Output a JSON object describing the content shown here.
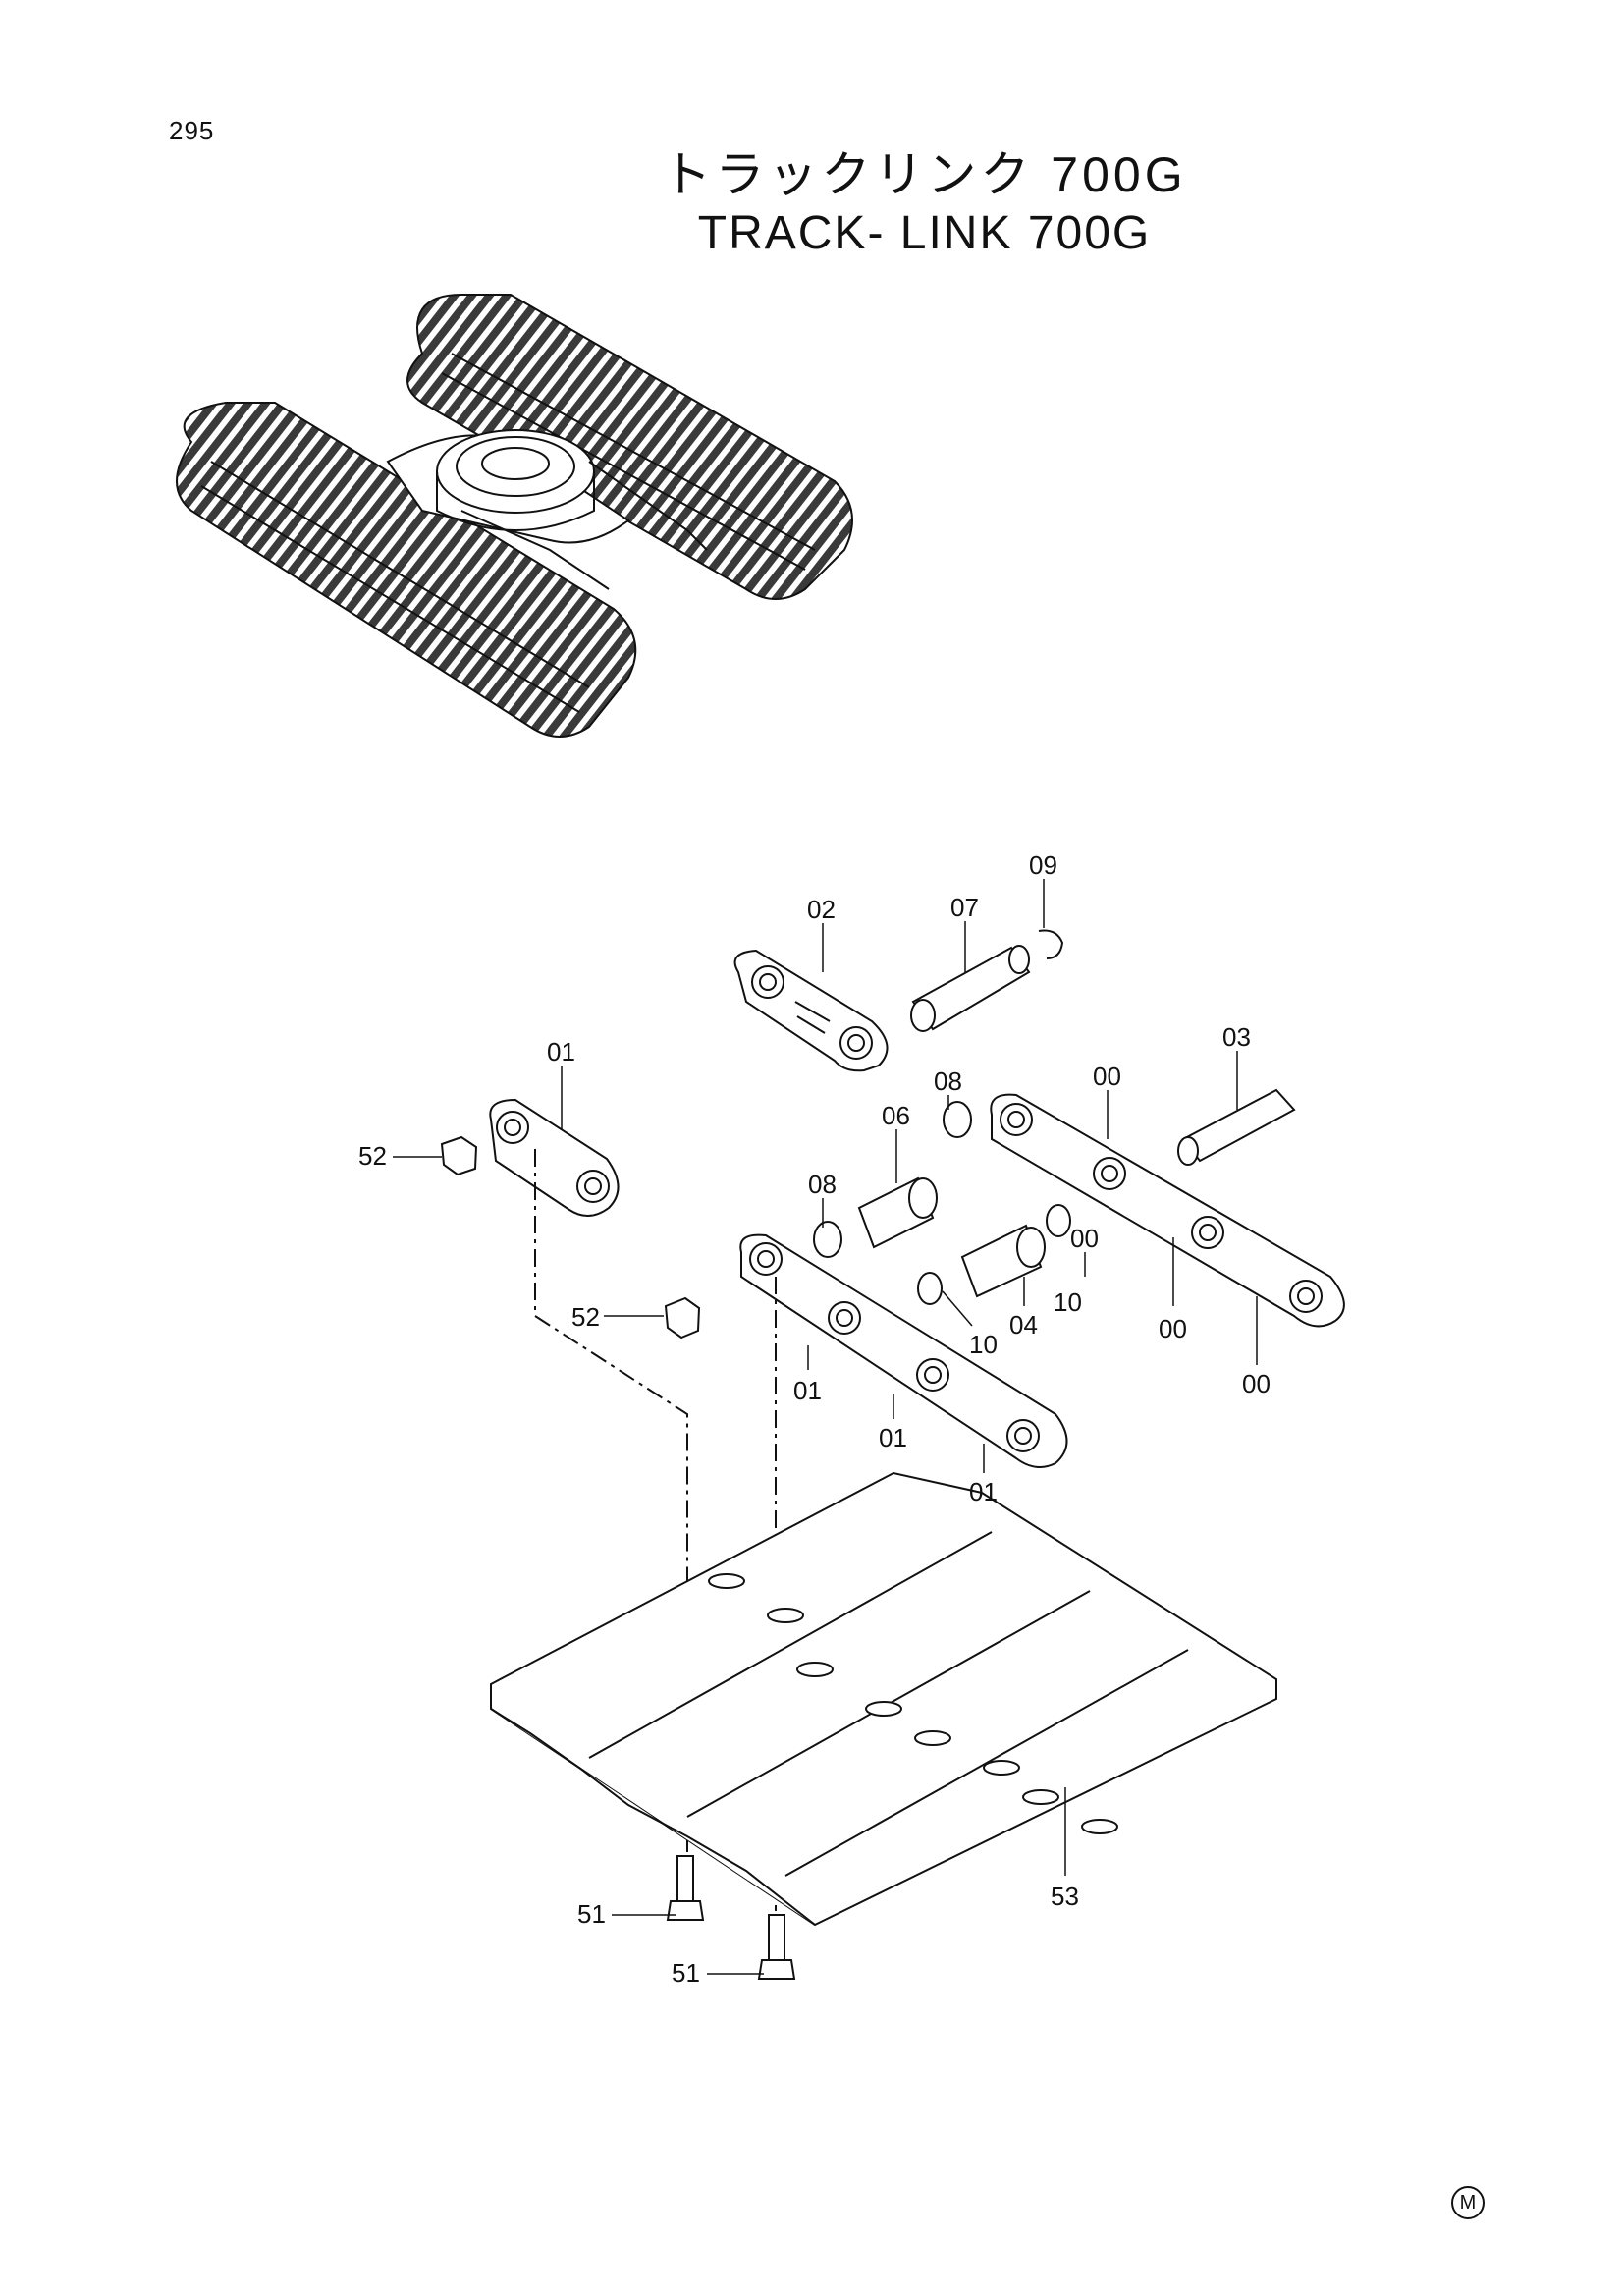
{
  "page_number": "295",
  "title": {
    "japanese": "トラックリンク 700G",
    "english": "TRACK- LINK 700G"
  },
  "callouts": [
    "09",
    "02",
    "07",
    "01",
    "03",
    "00",
    "08",
    "52",
    "06",
    "08",
    "00",
    "10",
    "04",
    "00",
    "00",
    "52",
    "01",
    "10",
    "01",
    "01",
    "53",
    "51",
    "51"
  ],
  "corner_mark": "M"
}
